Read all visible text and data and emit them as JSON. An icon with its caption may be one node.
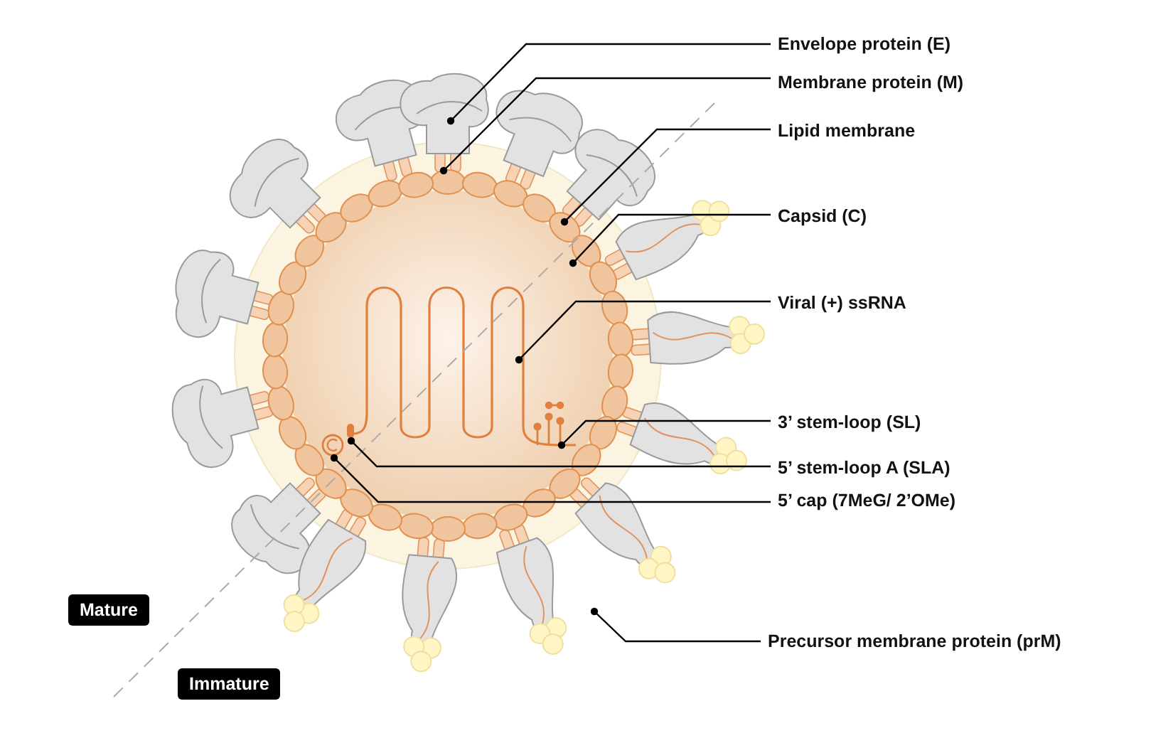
{
  "diagram": {
    "nodes": [
      {
        "text": [
          "Envelope protein (E)"
        ]
      },
      {
        "text": [
          "Membrane protein (M)"
        ]
      },
      {
        "text": [
          "Lipid membrane"
        ]
      },
      {
        "text": [
          "Capsid (C)"
        ]
      },
      {
        "text": [
          "Viral (+) ssRNA"
        ]
      },
      {
        "text": [
          "3’ stem-loop (SL)"
        ]
      },
      {
        "text": [
          "5’ stem-loop A (SLA)"
        ]
      },
      {
        "text": [
          "5’ cap (7MeG/ 2’OMe)"
        ]
      },
      {
        "text": [
          "Precursor membrane protein (prM)"
        ]
      },
      {
        "text": [
          "Mature"
        ]
      },
      {
        "text": [
          "Immature"
        ]
      }
    ],
    "edges": [
      {
        "from": 0,
        "to": null,
        "arrow": "other"
      },
      {
        "from": 1,
        "to": null,
        "arrow": "other"
      },
      {
        "from": 2,
        "to": null,
        "arrow": "other"
      },
      {
        "from": 3,
        "to": null,
        "arrow": "other"
      },
      {
        "from": 4,
        "to": null,
        "arrow": "other"
      },
      {
        "from": 5,
        "to": null,
        "arrow": "other"
      },
      {
        "from": 6,
        "to": null,
        "arrow": "other"
      },
      {
        "from": 7,
        "to": null,
        "arrow": "other"
      },
      {
        "from": 8,
        "to": null,
        "arrow": "other"
      }
    ]
  }
}
